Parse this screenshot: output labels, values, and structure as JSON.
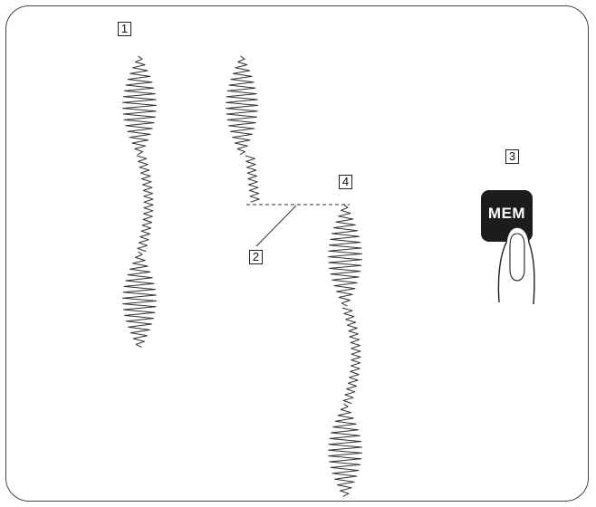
{
  "callouts": {
    "c1": "1",
    "c2": "2",
    "c3": "3",
    "c4": "4"
  },
  "button": {
    "label": "MEM"
  }
}
